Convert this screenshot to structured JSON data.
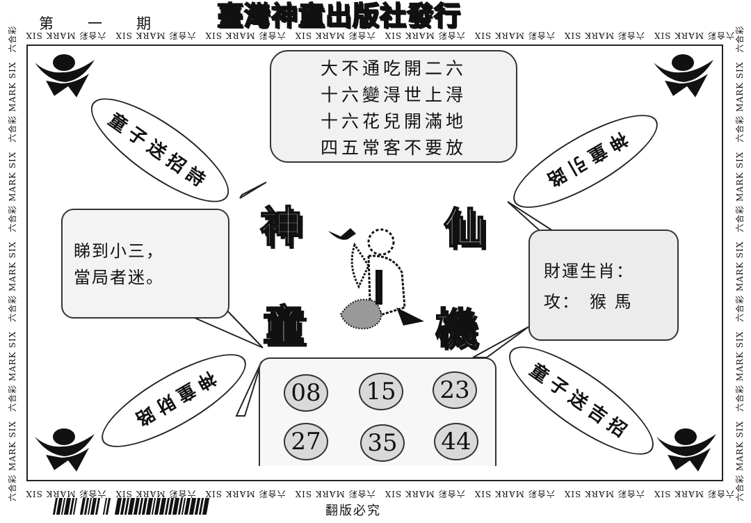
{
  "header": {
    "issue_label": "第　一　期",
    "publisher_title": "臺灣神童出版社發行"
  },
  "border_strip": {
    "repeat_text": "六合彩 MARK SIX　六合彩 MARK SIX　六合彩 MARK SIX　六合彩 MARK SIX　六合彩 MARK SIX　六合彩 MARK SIX　六合彩 MARK SIX　六合彩 MARK SIX　"
  },
  "poem": {
    "lines": [
      "大不通吃開二六",
      "十六變淂世上淂",
      "十六花兒開滿地",
      "四五常客不要放"
    ]
  },
  "ellipses": {
    "top_left": "童子送招詩",
    "top_right": "神童引路",
    "bottom_left": "神童財路",
    "bottom_right": "童子送吉招"
  },
  "left_bubble": {
    "lines": [
      "睇到小三，",
      "當局者迷。"
    ]
  },
  "right_bubble": {
    "lines": [
      "財運生肖：",
      "攻：　猴 馬"
    ]
  },
  "center_title": {
    "chars": [
      "神",
      "仙",
      "童",
      "機"
    ]
  },
  "numbers": [
    "08",
    "15",
    "23",
    "27",
    "35",
    "44"
  ],
  "footer": {
    "text": "翻版必究"
  },
  "icons": {
    "corner": "gold-ingot-icon",
    "center": "child-figure-illustration"
  }
}
